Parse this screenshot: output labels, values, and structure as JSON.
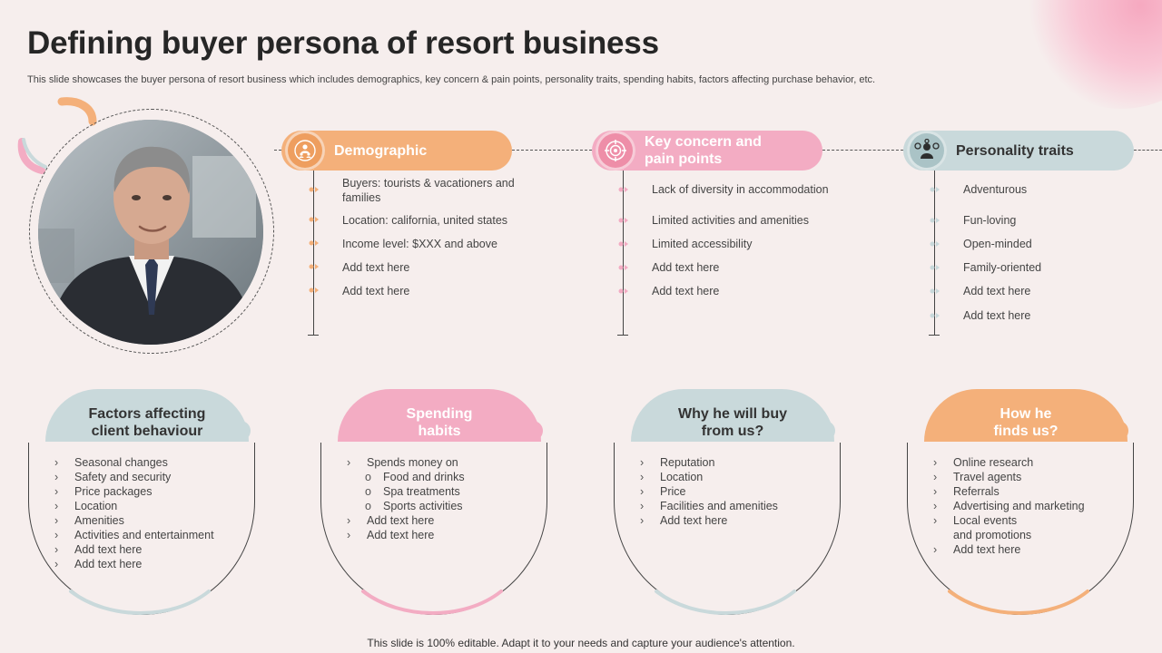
{
  "title": "Defining buyer persona of resort business",
  "subtitle": "This slide showcases the buyer persona of resort business which includes demographics, key concern & pain points, personality traits, spending habits, factors affecting purchase behavior, etc.",
  "footer": "This slide is 100% editable. Adapt it to your needs and capture your audience's attention.",
  "colors": {
    "orange": "#f4b07a",
    "pink": "#f3acc3",
    "teal": "#c9d9db",
    "background": "#f6eeed"
  },
  "photo": {
    "icon": "businessman-portrait"
  },
  "demographic": {
    "label": "Demographic",
    "icon": "users-icon",
    "items": [
      "Buyers: tourists & vacationers and families",
      "Location: california, united states",
      "Income level: $XXX and above",
      "Add text here",
      "Add text here"
    ]
  },
  "key_concern": {
    "label": "Key concern and pain points",
    "icon": "target-icon",
    "items": [
      "Lack of diversity in accommodation",
      "Limited activities and amenities",
      "Limited accessibility",
      "Add text here",
      "Add text here"
    ]
  },
  "personality": {
    "label": "Personality traits",
    "icon": "person-ideas-icon",
    "items": [
      "Adventurous",
      "Fun-loving",
      "Open-minded",
      "Family-oriented",
      "Add text here",
      "Add text here"
    ]
  },
  "factors": {
    "label_line1": "Factors affecting",
    "label_line2": "client behaviour",
    "items": [
      "Seasonal changes",
      "Safety and security",
      "Price packages",
      "Location",
      "Amenities",
      "Activities and entertainment",
      "Add text here",
      "Add text here"
    ]
  },
  "spending": {
    "label_line1": "Spending",
    "label_line2": "habits",
    "items": [
      "Spends money on",
      "Food and drinks",
      "Spa treatments",
      "Sports activities",
      "Add text here",
      "Add text here"
    ]
  },
  "why_buy": {
    "label_line1": "Why he will buy",
    "label_line2": "from us?",
    "items": [
      "Reputation",
      "Location",
      "Price",
      "Facilities and amenities",
      "Add text here"
    ]
  },
  "finds": {
    "label_line1": "How he",
    "label_line2": "finds us?",
    "items": [
      "Online research",
      "Travel agents",
      "Referrals",
      "Advertising and marketing",
      "Local events",
      "and promotions",
      "Add text here"
    ]
  },
  "glyphs": {
    "chevron": "›",
    "sub_bullet": "o"
  }
}
